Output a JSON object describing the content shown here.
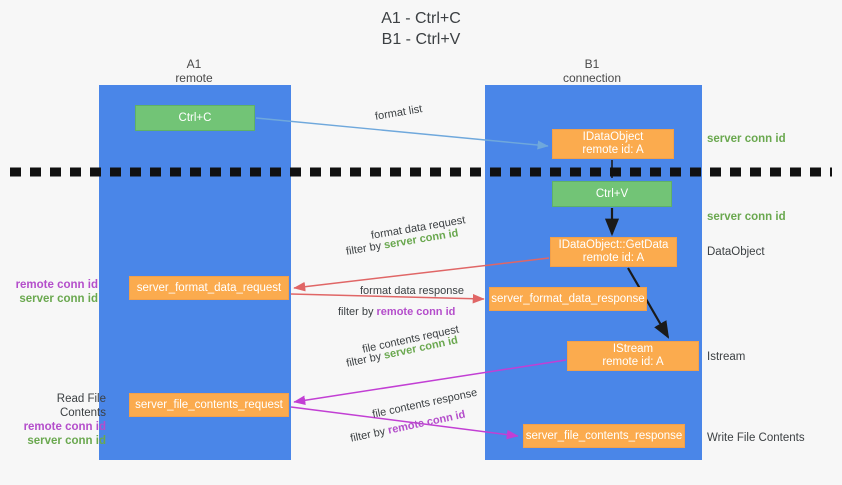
{
  "title": {
    "line1": "A1 - Ctrl+C",
    "line2": "B1 - Ctrl+V"
  },
  "lanes": [
    {
      "id": "a1",
      "name": "A1",
      "role": "remote",
      "color": "#4a86e8"
    },
    {
      "id": "b1",
      "name": "B1",
      "role": "connection",
      "color": "#4a86e8"
    }
  ],
  "nodes": {
    "ctrl_c": {
      "label": "Ctrl+C",
      "color": "#72c476"
    },
    "data_object": {
      "line1": "IDataObject",
      "line2": "remote id: A",
      "color": "#fbab4e"
    },
    "ctrl_v": {
      "label": "Ctrl+V",
      "color": "#72c476"
    },
    "get_data": {
      "line1": "IDataObject::GetData",
      "line2": "remote id: A",
      "color": "#fbab4e"
    },
    "format_data_request": {
      "label": "server_format_data_request",
      "color": "#fbab4e"
    },
    "format_data_response": {
      "label": "server_format_data_response",
      "color": "#fbab4e"
    },
    "istream": {
      "line1": "IStream",
      "line2": "remote id: A",
      "color": "#fbab4e"
    },
    "file_contents_request": {
      "label": "server_file_contents_request",
      "color": "#fbab4e"
    },
    "file_contents_response": {
      "label": "server_file_contents_response",
      "color": "#fbab4e"
    }
  },
  "edge_labels": {
    "format_list": "format list",
    "format_data_request": "format data request",
    "format_data_request_filter_prefix": "filter by ",
    "format_data_request_filter_value": "server conn id",
    "format_data_response": "format data response",
    "format_data_response_filter_prefix": "filter by ",
    "format_data_response_filter_value": "remote conn id",
    "file_contents_request": "file contents request",
    "file_contents_request_filter_prefix": "filter by ",
    "file_contents_request_filter_value": "server conn id",
    "file_contents_response": "file contents response",
    "file_contents_response_filter_prefix": "filter by ",
    "file_contents_response_filter_value": "remote conn id"
  },
  "annotations_right": {
    "server_conn_id_top": "server conn id",
    "server_conn_id_mid": "server conn id",
    "data_object": "DataObject",
    "istream": "Istream",
    "write_file_contents": "Write File Contents"
  },
  "annotations_left": {
    "remote_conn_id_1": "remote conn id",
    "server_conn_id_1": "server conn id",
    "read_file_contents": "Read File Contents",
    "remote_conn_id_2": "remote conn id",
    "server_conn_id_2": "server conn id"
  },
  "colors": {
    "lane": "#4a86e8",
    "green_node": "#72c476",
    "orange_node": "#fbab4e",
    "server_conn_id": "#6aa84f",
    "remote_conn_id": "#b44ecb",
    "arrow_blue": "#6fa8dc",
    "arrow_red": "#e06666",
    "arrow_magenta": "#c23fd4",
    "arrow_dark": "#1a1a1a",
    "background": "#f7f7f7"
  },
  "divider": {
    "style": "dashed",
    "color": "#111111"
  }
}
